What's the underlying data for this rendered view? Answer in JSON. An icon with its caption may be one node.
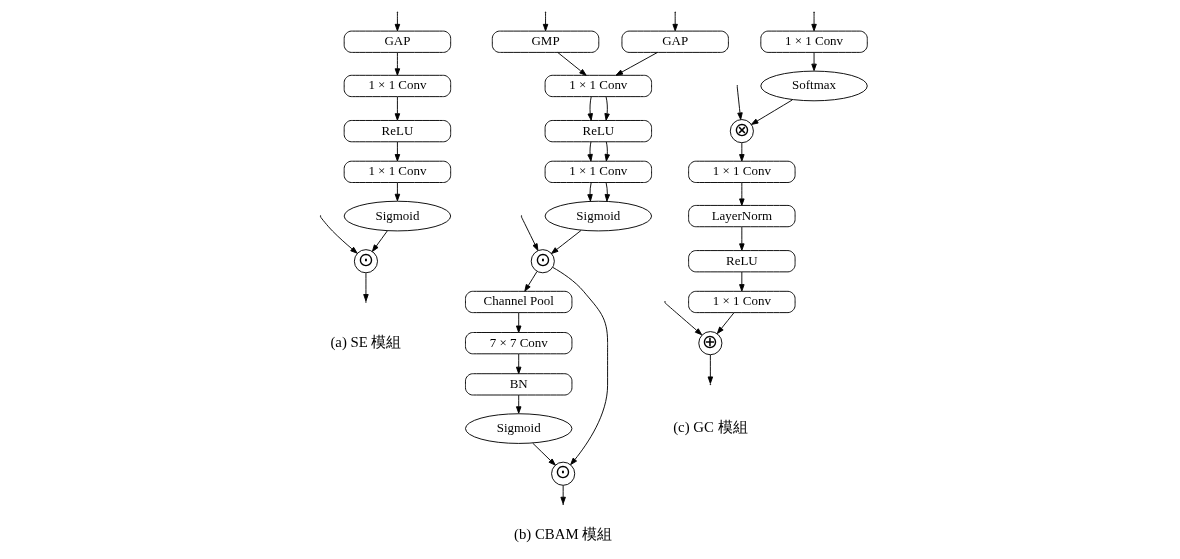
{
  "diagram": {
    "nodes": [
      {
        "text": [
          "GAP"
        ]
      },
      {
        "text": [
          "1 × 1 Conv"
        ]
      },
      {
        "text": [
          "ReLU"
        ]
      },
      {
        "text": [
          "1 × 1 Conv"
        ]
      },
      {
        "text": [
          "Sigmoid"
        ]
      },
      {
        "text": [
          "⊙"
        ]
      },
      {
        "text": [
          "GAP"
        ]
      },
      {
        "text": [
          "GMP"
        ]
      },
      {
        "text": [
          "1 × 1 Conv"
        ]
      },
      {
        "text": [
          "ReLU"
        ]
      },
      {
        "text": [
          "1 × 1 Conv"
        ]
      },
      {
        "text": [
          "Sigmoid"
        ]
      },
      {
        "text": [
          "⊙"
        ]
      },
      {
        "text": [
          "Channel Pool"
        ]
      },
      {
        "text": [
          "7 × 7 Conv"
        ]
      },
      {
        "text": [
          "BN"
        ]
      },
      {
        "text": [
          "Sigmoid"
        ]
      },
      {
        "text": [
          "⊙"
        ]
      },
      {
        "text": [
          "1 × 1 Conv"
        ]
      },
      {
        "text": [
          "Softmax"
        ]
      },
      {
        "text": [
          "⊗"
        ]
      },
      {
        "text": [
          "1 × 1 Conv"
        ]
      },
      {
        "text": [
          "LayerNorm"
        ]
      },
      {
        "text": [
          "ReLU"
        ]
      },
      {
        "text": [
          "1 × 1 Conv"
        ]
      },
      {
        "text": [
          "⊕"
        ]
      }
    ],
    "edges": [
      {
        "from": null,
        "to": 0,
        "arrow": "to"
      },
      {
        "from": null,
        "to": 5,
        "arrow": "to"
      },
      {
        "from": 0,
        "to": 1,
        "arrow": "to"
      },
      {
        "from": 1,
        "to": 2,
        "arrow": "to"
      },
      {
        "from": 2,
        "to": 3,
        "arrow": "to"
      },
      {
        "from": 3,
        "to": 4,
        "arrow": "to"
      },
      {
        "from": 4,
        "to": 5,
        "arrow": "to"
      },
      {
        "from": 5,
        "to": null,
        "arrow": "to"
      },
      {
        "from": null,
        "to": 6,
        "arrow": "to"
      },
      {
        "from": null,
        "to": 7,
        "arrow": "to"
      },
      {
        "from": null,
        "to": 12,
        "arrow": "to"
      },
      {
        "from": 6,
        "to": 8,
        "arrow": "to"
      },
      {
        "from": 7,
        "to": 8,
        "arrow": "to"
      },
      {
        "from": 8,
        "to": 9,
        "arrow": "to"
      },
      {
        "from": 8,
        "to": 9,
        "arrow": "to"
      },
      {
        "from": 9,
        "to": 10,
        "arrow": "to"
      },
      {
        "from": 9,
        "to": 10,
        "arrow": "to"
      },
      {
        "from": 10,
        "to": 11,
        "arrow": "to"
      },
      {
        "from": 10,
        "to": 11,
        "arrow": "to"
      },
      {
        "from": 11,
        "to": 12,
        "arrow": "to"
      },
      {
        "from": 12,
        "to": 13,
        "arrow": "to"
      },
      {
        "from": 12,
        "to": 17,
        "arrow": "to"
      },
      {
        "from": 13,
        "to": 14,
        "arrow": "to"
      },
      {
        "from": 14,
        "to": 15,
        "arrow": "to"
      },
      {
        "from": 15,
        "to": 16,
        "arrow": "to"
      },
      {
        "from": 16,
        "to": 17,
        "arrow": "to"
      },
      {
        "from": 17,
        "to": null,
        "arrow": "to"
      },
      {
        "from": null,
        "to": 18,
        "arrow": "to"
      },
      {
        "from": null,
        "to": 20,
        "arrow": "to"
      },
      {
        "from": null,
        "to": 25,
        "arrow": "to"
      },
      {
        "from": 18,
        "to": 19,
        "arrow": "to"
      },
      {
        "from": 19,
        "to": 20,
        "arrow": "to"
      },
      {
        "from": 20,
        "to": 21,
        "arrow": "to"
      },
      {
        "from": 21,
        "to": 22,
        "arrow": "to"
      },
      {
        "from": 22,
        "to": 23,
        "arrow": "to"
      },
      {
        "from": 23,
        "to": 24,
        "arrow": "to"
      },
      {
        "from": 24,
        "to": 25,
        "arrow": "to"
      },
      {
        "from": 25,
        "to": null,
        "arrow": "to"
      }
    ],
    "labels": [
      "(a) SE 模組",
      "(b) CBAM 模組",
      "(c) GC 模組"
    ]
  }
}
